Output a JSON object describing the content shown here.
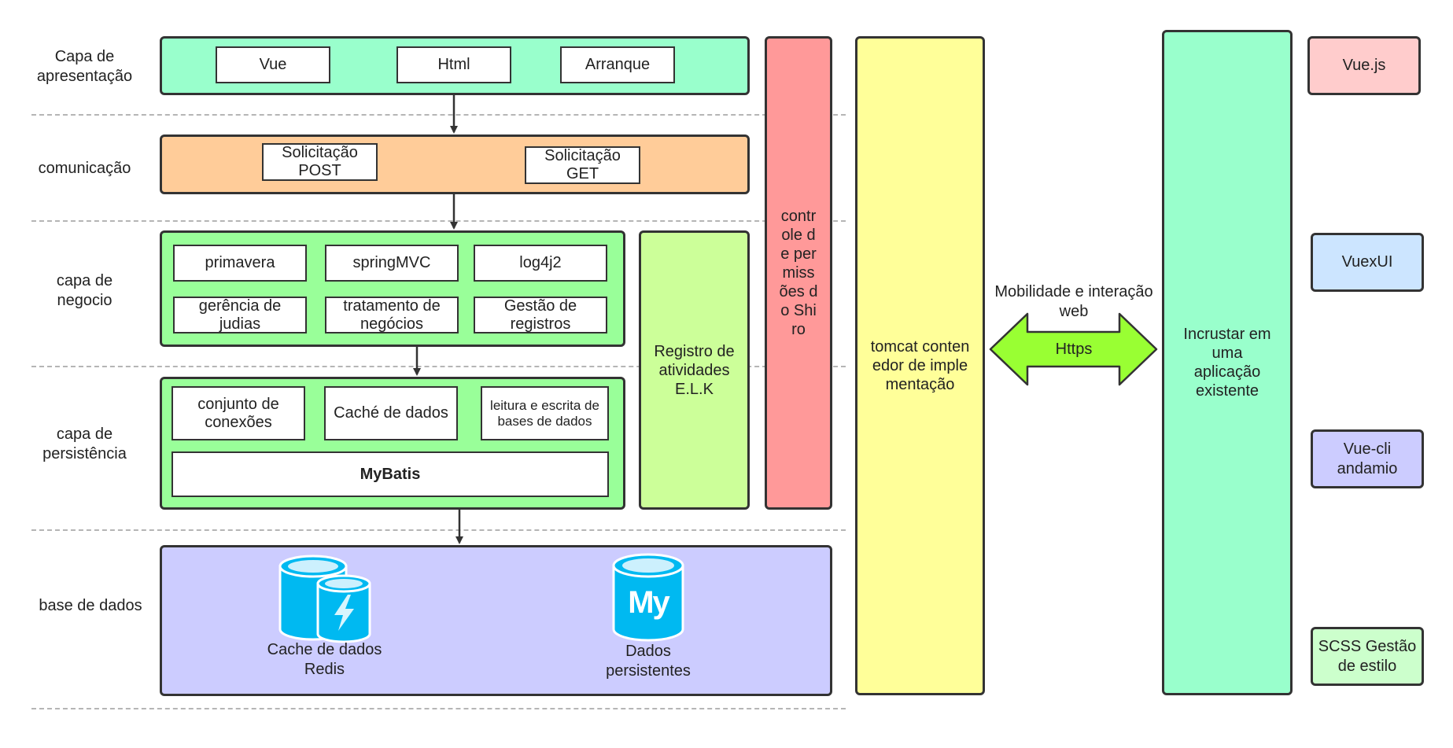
{
  "layers": {
    "presentation": "Capa de apresentação",
    "communication": "comunicação",
    "business": "capa de negocio",
    "persistence": "capa de persistência",
    "database": "base de dados"
  },
  "presentation": {
    "vue": "Vue",
    "html": "Html",
    "arranque": "Arranque"
  },
  "communication": {
    "post": "Solicitação POST",
    "get": "Solicitação GET"
  },
  "business": {
    "primavera": "primavera",
    "springmvc": "springMVC",
    "log4j2": "log4j2",
    "gerencia": "gerência de judias",
    "tratamento": "tratamento de negócios",
    "gestao": "Gestão de registros"
  },
  "persistence": {
    "conjunto": "conjunto de conexões",
    "cache": "Caché de dados",
    "leitura": "leitura e escrita de bases de dados",
    "mybatis": "MyBatis"
  },
  "database": {
    "redis": "Cache de dados Redis",
    "mysql_logo": "My",
    "mysql": "Dados persistentes"
  },
  "elk": "Registro de atividades E.L.K",
  "shiro": "controle de permissões do Shiro",
  "tomcat": "tomcat contenedor de implementação",
  "arrow": {
    "top": "Mobilidade e interação web",
    "middle": "Https"
  },
  "embed": "Incrustar em uma aplicação existente",
  "frontend_tech": {
    "vuejs": "Vue.js",
    "vuexui": "VuexUI",
    "vuecli": "Vue-cli andamio",
    "scss": "SCSS Gestão de estilo"
  },
  "colors": {
    "presentation": "#99ffcc",
    "communication": "#ffcc99",
    "business": "#99ff99",
    "database": "#ccccff",
    "elk": "#ccff99",
    "shiro": "#ff9999",
    "tomcat": "#ffff99",
    "arrow": "#99ff33",
    "embed": "#99ffcc",
    "vuejs": "#ffcccc",
    "vuexui": "#cce5ff",
    "vuecli": "#ccccff",
    "scss": "#ccffcc",
    "cylinder": "#00b9f1"
  }
}
